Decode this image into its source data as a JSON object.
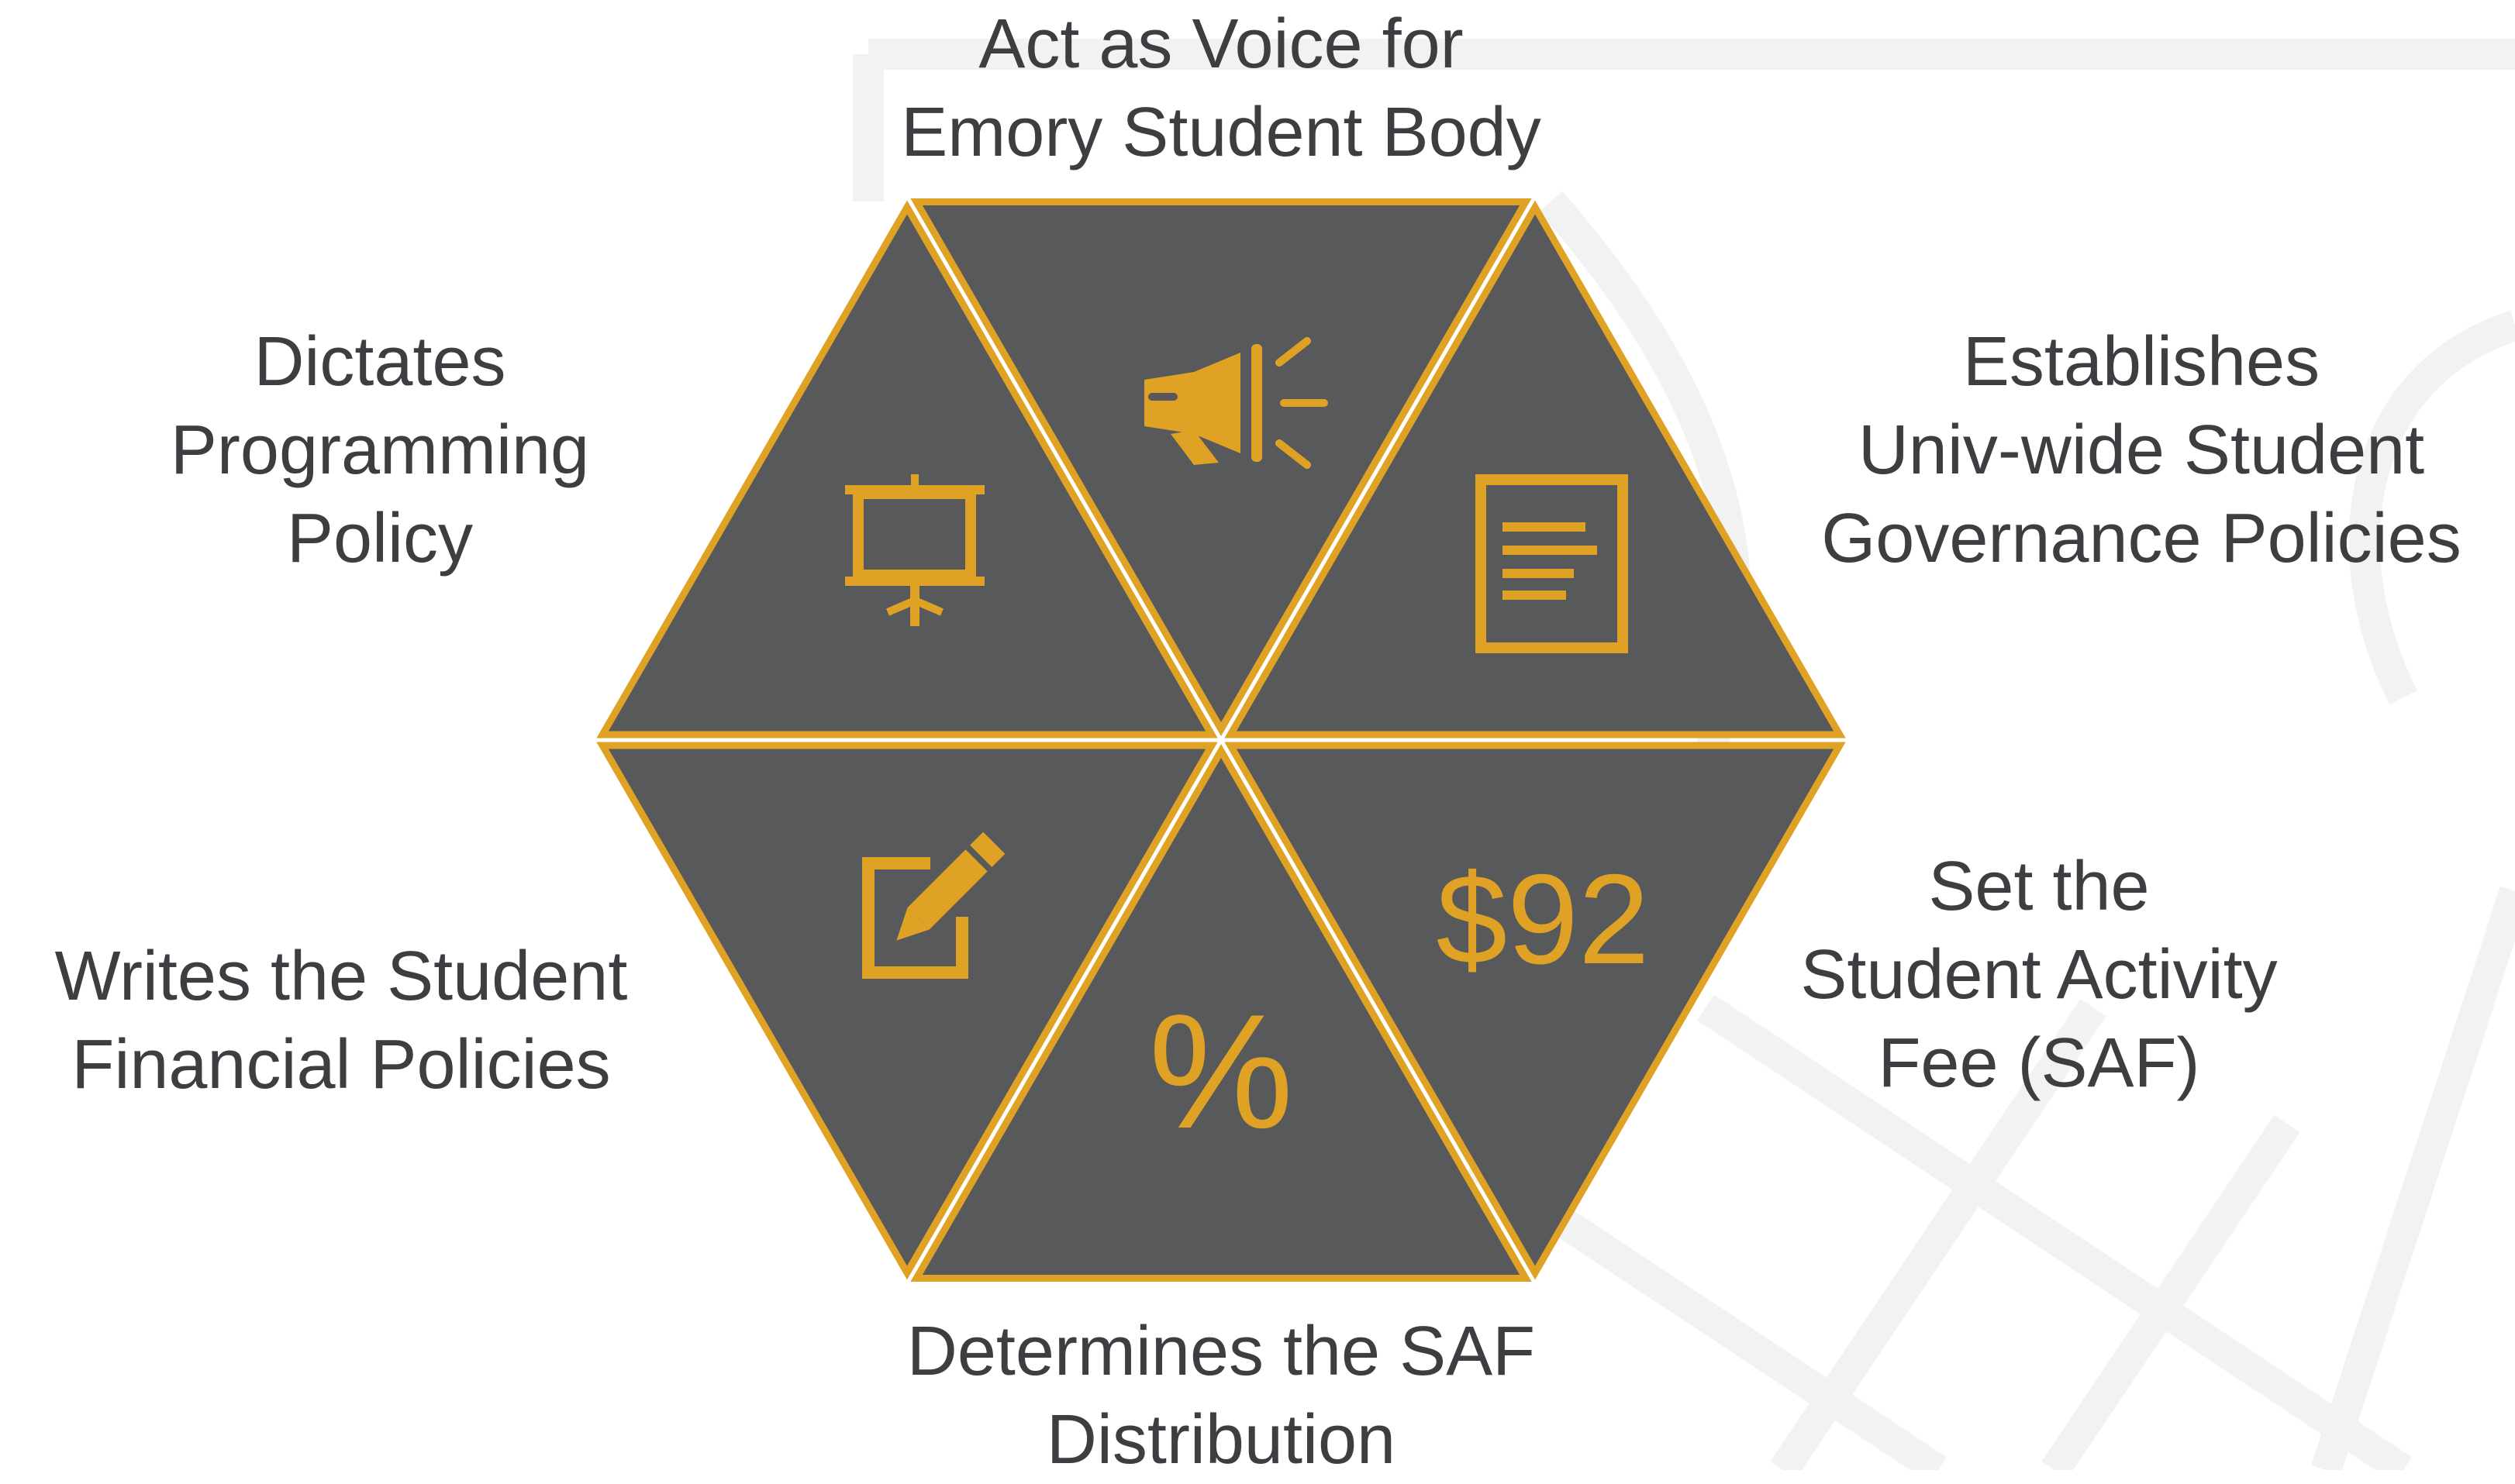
{
  "colors": {
    "background": "#ffffff",
    "watermark": "#f1f2f2",
    "triangle_fill": "#58595b",
    "gold": "#e0a224",
    "label_text": "#3d3e41"
  },
  "segments": [
    {
      "id": "voice",
      "position": "top",
      "icon": "megaphone-icon",
      "label": [
        "Act as Voice for",
        "Emory Student Body"
      ]
    },
    {
      "id": "governance",
      "position": "upper-right",
      "icon": "document-icon",
      "label": [
        "Establishes",
        "Univ-wide Student",
        "Governance Policies"
      ]
    },
    {
      "id": "saf-amount",
      "position": "lower-right",
      "icon": "dollar-amount",
      "icon_text": "$92",
      "label": [
        "Set the",
        "Student Activity",
        "Fee (SAF)"
      ]
    },
    {
      "id": "saf-distribution",
      "position": "bottom",
      "icon": "percent-icon",
      "icon_text": "%",
      "label": [
        "Determines the SAF",
        "Distribution"
      ]
    },
    {
      "id": "financial",
      "position": "lower-left",
      "icon": "edit-pencil-icon",
      "label": [
        "Writes the Student",
        "Financial Policies"
      ]
    },
    {
      "id": "programming",
      "position": "upper-left",
      "icon": "presentation-board-icon",
      "label": [
        "Dictates",
        "Programming",
        "Policy"
      ]
    }
  ]
}
